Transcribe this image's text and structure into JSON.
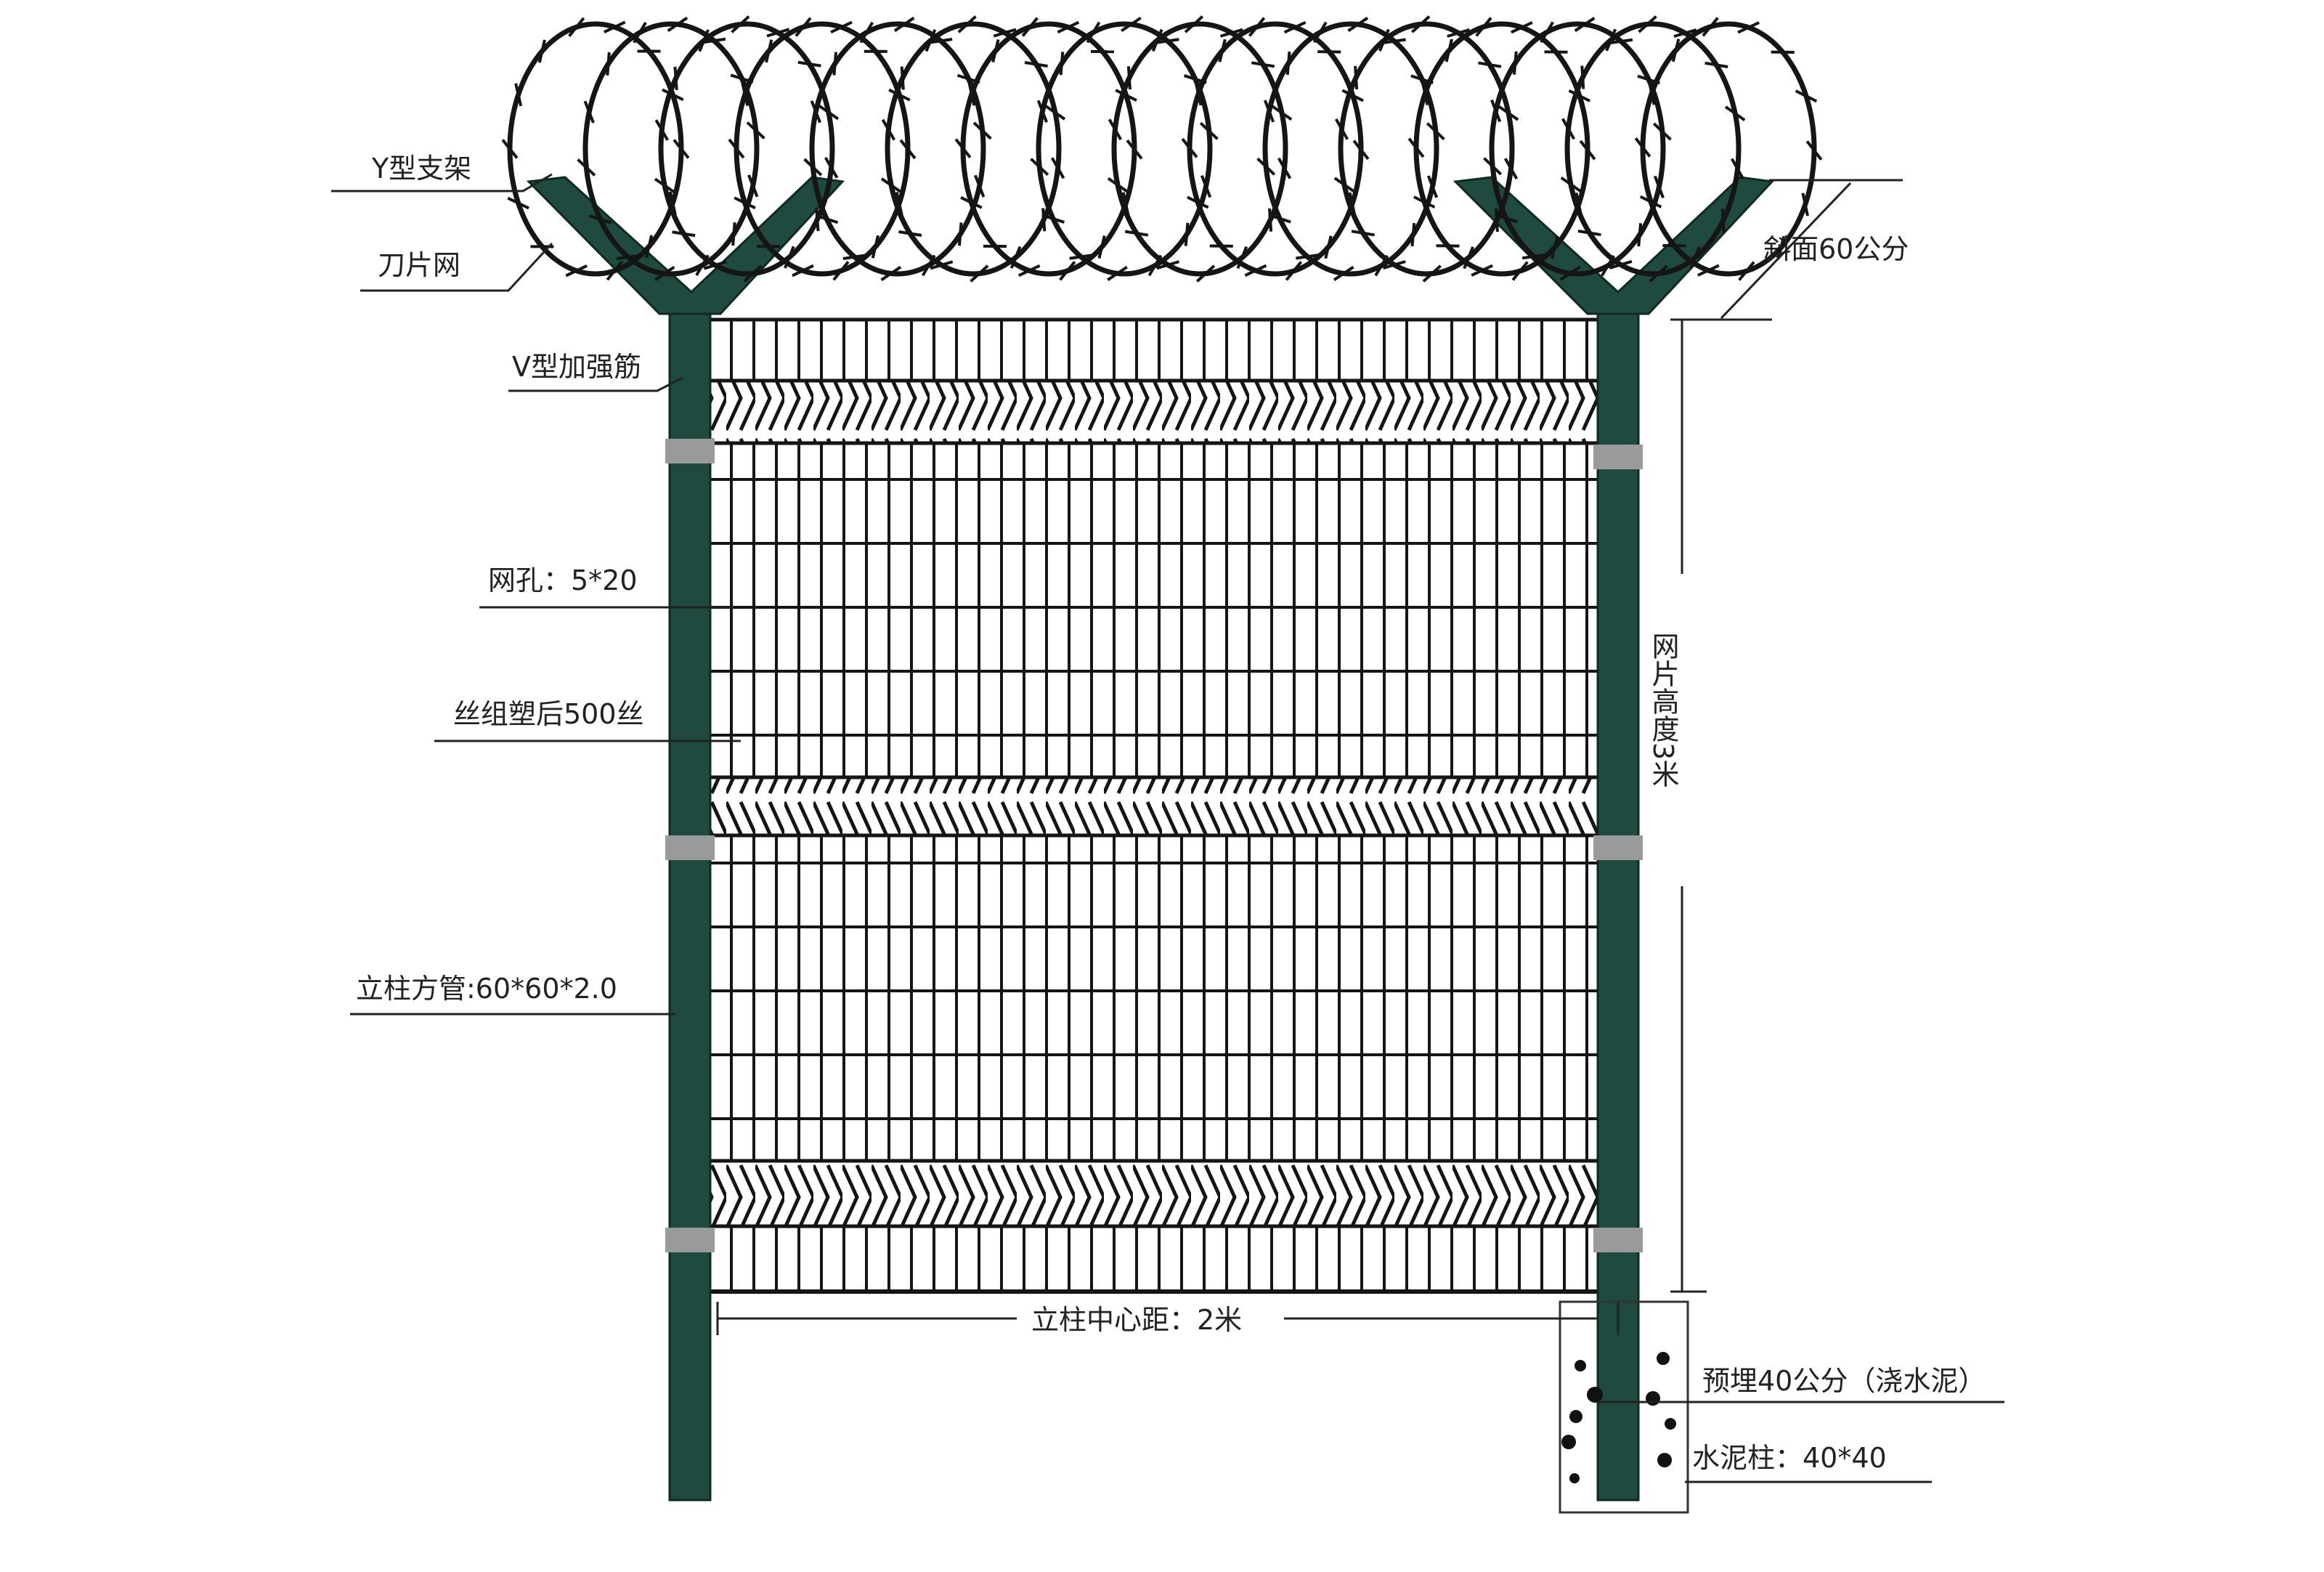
{
  "labels": {
    "y_bracket": "Y型支架",
    "blade_net": "刀片网",
    "y_rib": "V型加强筋",
    "mesh_hole": "网孔：5*20",
    "wire_dia": "丝组塑后500丝",
    "post_pipe": "立柱方管:60*60*2.0",
    "post_spacing": "立柱中心距：2米",
    "slope": "斜面60公分",
    "panel_height": "网片高度3米",
    "embed": "预埋40公分（浇水泥）",
    "cement_post": "水泥柱：40*40"
  },
  "colors": {
    "post": "#1e4a3f",
    "wire": "#151515",
    "clamp": "#9a9a9a",
    "line": "#222222"
  }
}
